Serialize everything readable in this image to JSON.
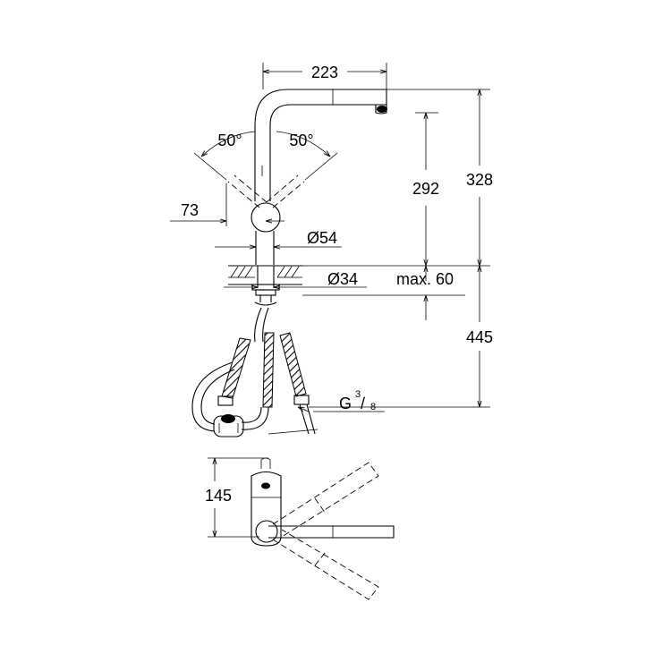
{
  "dimensions": {
    "spout_reach": "223",
    "swivel_left": "50°",
    "swivel_right": "50°",
    "lever_offset": "73",
    "base_diameter": "Ø54",
    "hole_diameter": "Ø34",
    "max_thickness": "max. 60",
    "spout_height": "292",
    "total_height": "328",
    "hose_length": "445",
    "connection_thread": "G",
    "thread_num": "3",
    "thread_den": "8",
    "plan_depth": "145"
  }
}
